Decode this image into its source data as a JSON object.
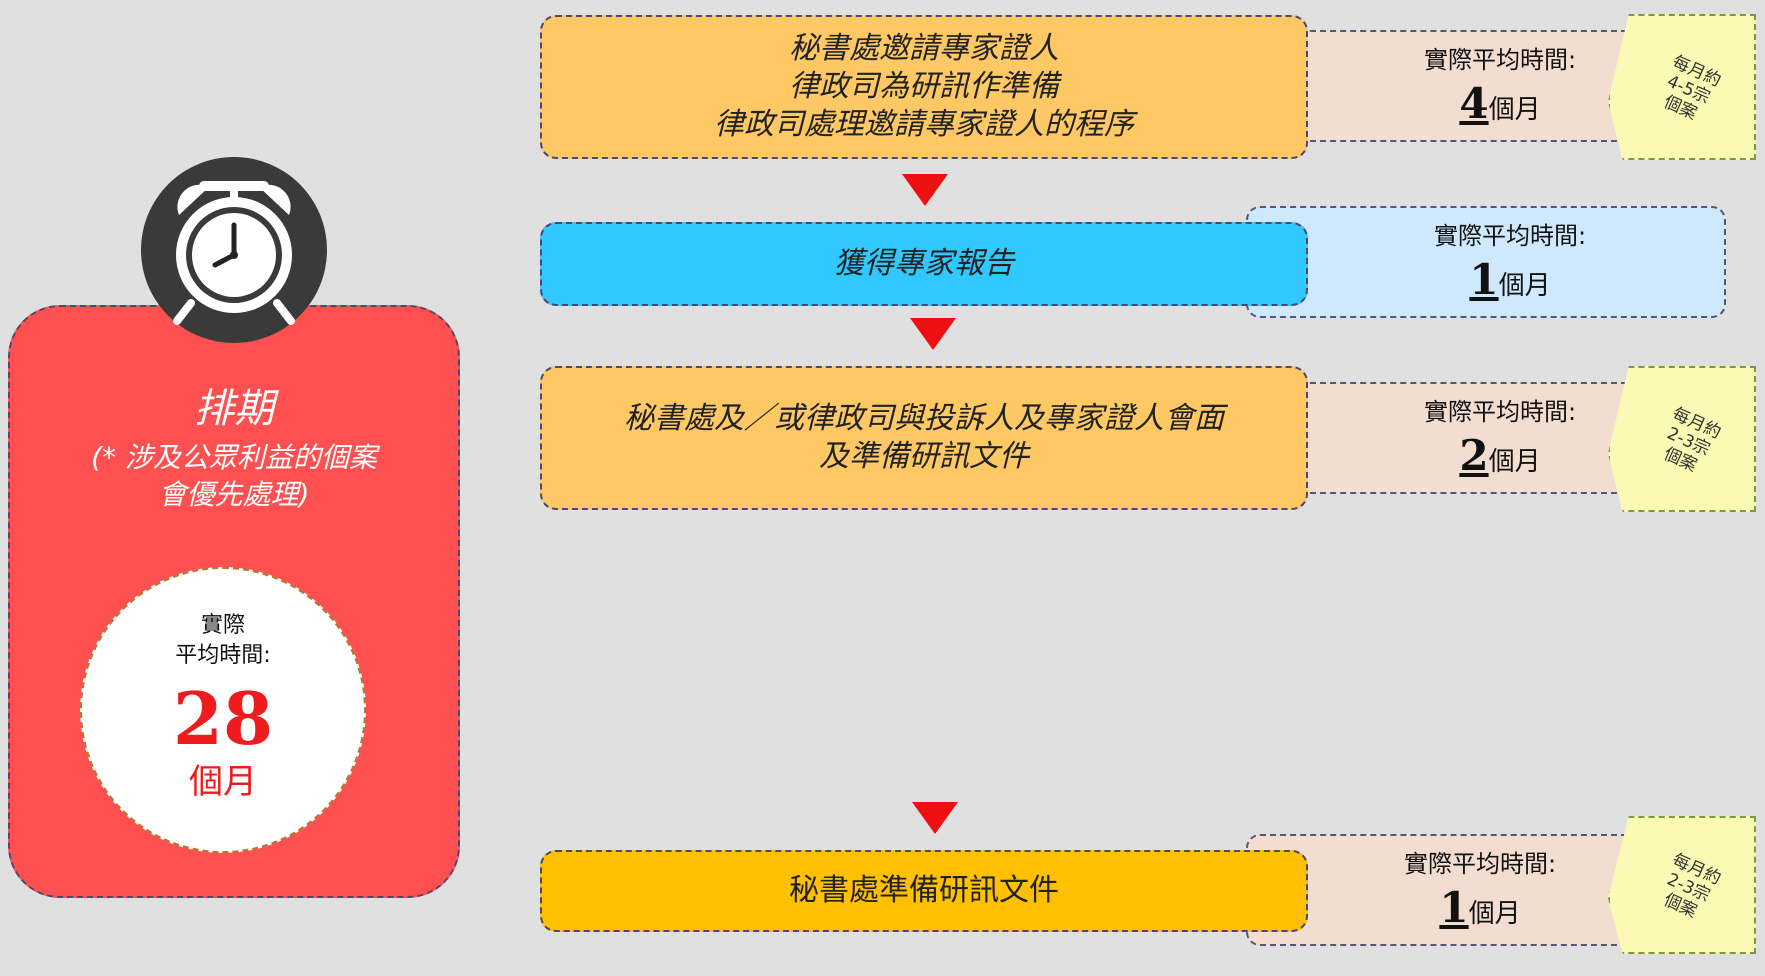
{
  "panel": {
    "title": "排期",
    "note": "(* 涉及公眾利益的個案\n會優先處理)",
    "circle_label": "實際\n平均時間:",
    "circle_value": "28",
    "circle_unit": "個月",
    "icon": "alarm-clock-icon"
  },
  "steps": [
    {
      "text": "秘書處邀請專家證人\n律政司為研訊作準備\n律政司處理邀請專家證人的程序",
      "time_label": "實際平均時間:",
      "time_value": "4",
      "time_unit": "個月",
      "note": "每月約\n4-5宗\n個案",
      "color": "#fec964",
      "time_color": "#f3ddd0"
    },
    {
      "text": "獲得專家報告",
      "time_label": "實際平均時間:",
      "time_value": "1",
      "time_unit": "個月",
      "color": "#30c8fe",
      "time_color": "#cde9fb"
    },
    {
      "text": "秘書處及／或律政司與投訴人及專家證人會面\n及準備研訊文件",
      "time_label": "實際平均時間:",
      "time_value": "2",
      "time_unit": "個月",
      "note": "每月約\n2-3宗\n個案",
      "color": "#fec964",
      "time_color": "#f3ddd0"
    },
    {
      "text": "秘書處準備研訊文件",
      "time_label": "實際平均時間:",
      "time_value": "1",
      "time_unit": "個月",
      "note": "每月約\n2-3宗\n個案",
      "color": "#fec000",
      "time_color": "#f3ddd0"
    }
  ],
  "colors": {
    "background": "#e0e0e0",
    "panel": "#fe5050",
    "arrow": "#ee1010",
    "note": "#fafab4"
  }
}
